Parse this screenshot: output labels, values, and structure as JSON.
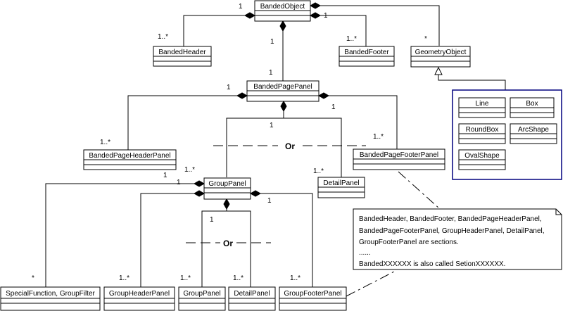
{
  "classes": {
    "banded_object": "BandedObject",
    "banded_header": "BandedHeader",
    "banded_footer": "BandedFooter",
    "geometry_object": "GeometryObject",
    "banded_page_panel": "BandedPagePanel",
    "banded_page_header_panel": "BandedPageHeaderPanel",
    "banded_page_footer_panel": "BandedPageFooterPanel",
    "group_panel": "GroupPanel",
    "detail_panel_top": "DetailPanel",
    "special_function": "SpecialFunction, GroupFilter",
    "group_header_panel": "GroupHeaderPanel",
    "group_panel_child": "GroupPanel",
    "detail_panel_bottom": "DetailPanel",
    "group_footer_panel": "GroupFooterPanel"
  },
  "shapes": {
    "line": "Line",
    "box": "Box",
    "roundbox": "RoundBox",
    "arcshape": "ArcShape",
    "ovalshape": "OvalShape"
  },
  "multiplicities": {
    "bo_left": "1",
    "bo_header": "1..*",
    "bo_right": "1",
    "bo_footer": "1..*",
    "bo_geometry": "*",
    "bo_down": "1",
    "bpp_up": "1",
    "bpp_left": "1",
    "bpp_header": "1..*",
    "bpp_right": "1",
    "bpp_footer": "1..*",
    "bpp_down": "1",
    "bpp_group": "1..*",
    "bpp_detail": "1..*",
    "gp_left": "1",
    "gp_special": "*",
    "gp_right": "1",
    "gp_down": "1",
    "gp_header": "1..*",
    "gp_child": "1..*",
    "gp_detail": "1..*",
    "gp_footer": "1..*"
  },
  "or_labels": {
    "top": "Or",
    "bottom": "Or"
  },
  "note": {
    "line1": "BandedHeader, BandedFooter, BandedPageHeaderPanel,",
    "line2": "BandedPageFooterPanel, GroupHeaderPanel, DetailPanel,",
    "line3": "GroupFooterPanel are sections.",
    "line4": "......",
    "line5": "BandedXXXXXX is also called SetionXXXXXX."
  },
  "colors": {
    "line": "#000000",
    "box_fill": "#ffffff",
    "group_border": "#00007f"
  }
}
